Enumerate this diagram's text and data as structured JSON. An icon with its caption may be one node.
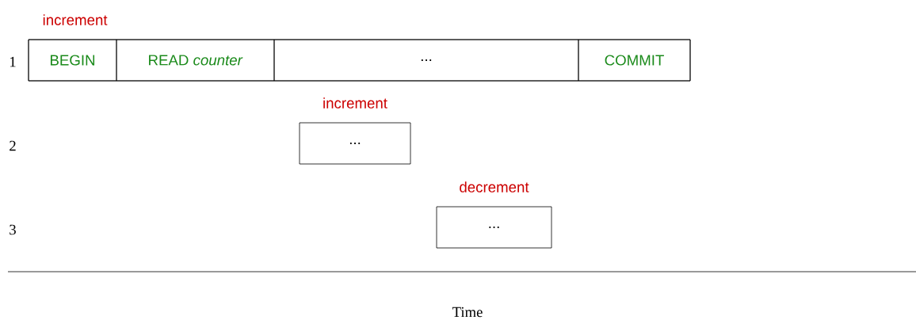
{
  "diagram": {
    "nodes": [
      {
        "text": [
          "increment"
        ]
      },
      {
        "text": [
          "BEGIN"
        ],
        "in": 0
      },
      {
        "text": [
          "READ *counter*"
        ],
        "in": 0
      },
      {
        "text": [
          "..."
        ],
        "in": 0
      },
      {
        "text": [
          "COMMIT"
        ],
        "in": 0
      },
      {
        "text": [
          "increment",
          "..."
        ]
      },
      {
        "text": [
          "decrement",
          "..."
        ]
      }
    ],
    "labels": [
      "1",
      "2",
      "3",
      "Time"
    ]
  }
}
